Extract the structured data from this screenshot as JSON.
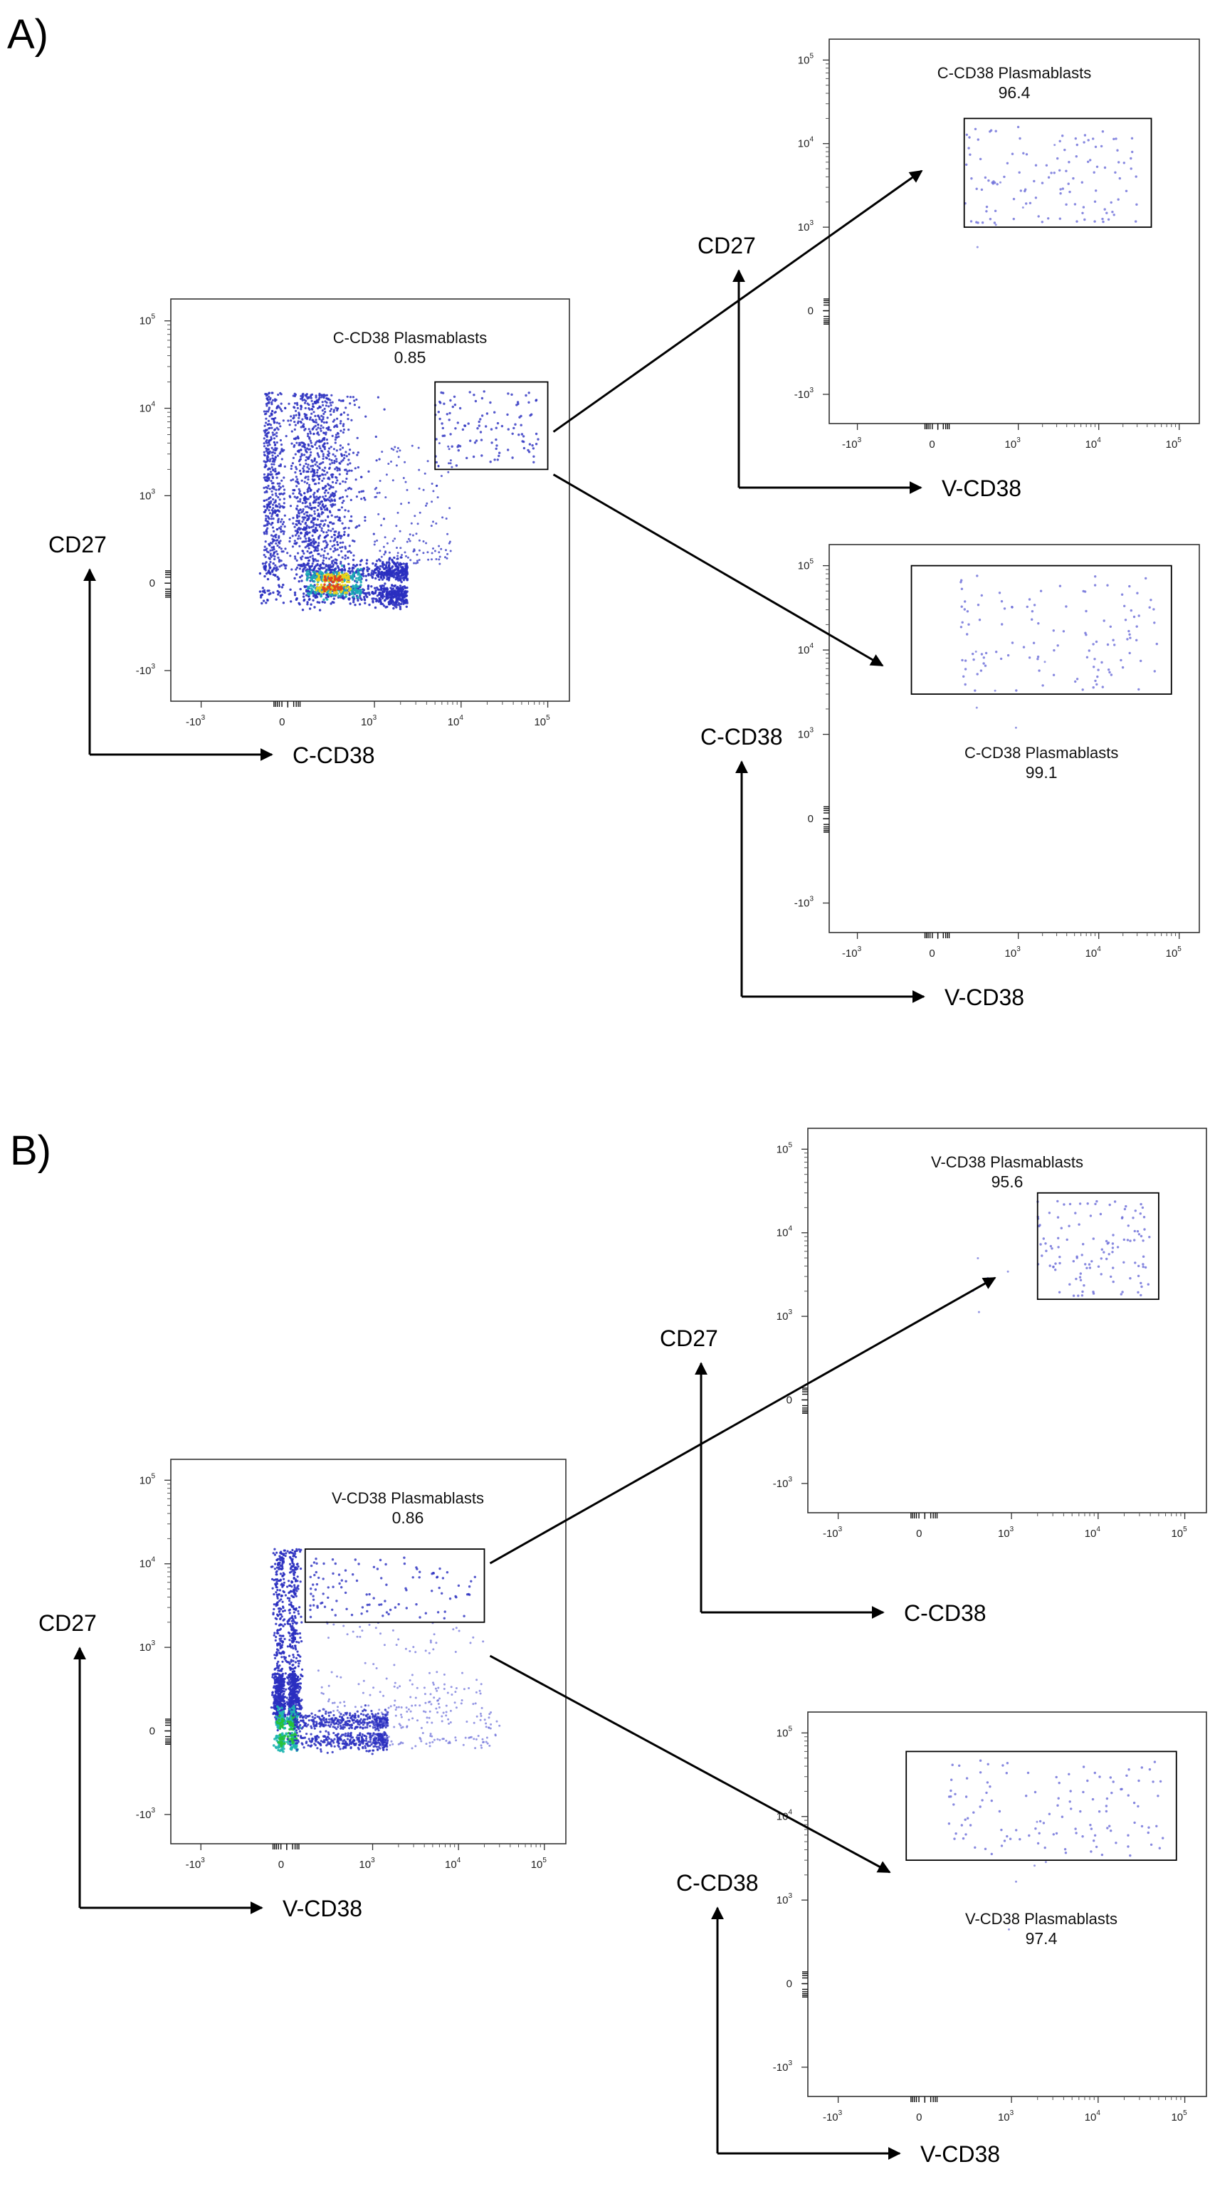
{
  "figure": {
    "panel_labels": [
      "A)",
      "B)"
    ],
    "axis_tick_labels": [
      "-10^3",
      "0",
      "10^3",
      "10^4",
      "10^5"
    ]
  },
  "chart_data": [
    {
      "panel": "A)",
      "role": "source",
      "type": "scatter",
      "x_axis_label": "C-CD38",
      "y_axis_label": "CD27",
      "x_scale": "biexponential",
      "y_scale": "biexponential",
      "x_ticks": [
        "-10^3",
        "0",
        "10^3",
        "10^4",
        "10^5"
      ],
      "y_ticks": [
        "-10^3",
        "0",
        "10^3",
        "10^4",
        "10^5"
      ],
      "gate": {
        "name": "C-CD38 Plasmablasts",
        "value": "0.85",
        "x_range": [
          5000,
          100000
        ],
        "y_range": [
          2000,
          20000
        ]
      },
      "populations": [
        {
          "description": "CD27- baseline band",
          "x_range": [
            -300,
            3000
          ],
          "y_approx": 0,
          "density": "very high"
        },
        {
          "description": "CD27+ CD38 low",
          "x_range": [
            -100,
            1000
          ],
          "y_range": [
            100,
            15000
          ],
          "density": "high"
        },
        {
          "description": "gated plasmablasts",
          "x_range": [
            5000,
            100000
          ],
          "y_range": [
            2000,
            20000
          ],
          "density": "low"
        }
      ]
    },
    {
      "panel": "A)",
      "role": "upper-right",
      "type": "scatter",
      "x_axis_label": "V-CD38",
      "y_axis_label": "CD27",
      "x_ticks": [
        "-10^3",
        "0",
        "10^3",
        "10^4",
        "10^5"
      ],
      "y_ticks": [
        "-10^3",
        "0",
        "10^3",
        "10^4",
        "10^5"
      ],
      "gate": {
        "name": "C-CD38 Plasmablasts",
        "value": "96.4",
        "x_range": [
          200,
          45000
        ],
        "y_range": [
          1000,
          20000
        ]
      }
    },
    {
      "panel": "A)",
      "role": "lower-right",
      "type": "scatter",
      "x_axis_label": "V-CD38",
      "y_axis_label": "C-CD38",
      "x_ticks": [
        "-10^3",
        "0",
        "10^3",
        "10^4",
        "10^5"
      ],
      "y_ticks": [
        "-10^3",
        "0",
        "10^3",
        "10^4",
        "10^5"
      ],
      "gate": {
        "name": "C-CD38 Plasmablasts",
        "value": "99.1",
        "x_range": [
          -200,
          80000
        ],
        "y_range": [
          3000,
          100000
        ]
      }
    },
    {
      "panel": "B)",
      "role": "source",
      "type": "scatter",
      "x_axis_label": "V-CD38",
      "y_axis_label": "CD27",
      "x_ticks": [
        "-10^3",
        "0",
        "10^3",
        "10^4",
        "10^5"
      ],
      "y_ticks": [
        "-10^3",
        "0",
        "10^3",
        "10^4",
        "10^5"
      ],
      "gate": {
        "name": "V-CD38 Plasmablasts",
        "value": "0.86",
        "x_range": [
          100,
          20000
        ],
        "y_range": [
          2000,
          15000
        ]
      },
      "populations": [
        {
          "description": "CD38 low vertical band",
          "x_approx": 0,
          "y_range": [
            0,
            15000
          ],
          "density": "very high"
        },
        {
          "description": "CD27 low horizontal band",
          "x_range": [
            0,
            2000
          ],
          "y_approx": 0,
          "density": "high"
        },
        {
          "description": "gated plasmablasts",
          "x_range": [
            100,
            20000
          ],
          "y_range": [
            2000,
            15000
          ],
          "density": "low"
        }
      ]
    },
    {
      "panel": "B)",
      "role": "upper-right",
      "type": "scatter",
      "x_axis_label": "C-CD38",
      "y_axis_label": "CD27",
      "x_ticks": [
        "-10^3",
        "0",
        "10^3",
        "10^4",
        "10^5"
      ],
      "y_ticks": [
        "-10^3",
        "0",
        "10^3",
        "10^4",
        "10^5"
      ],
      "gate": {
        "name": "V-CD38 Plasmablasts",
        "value": "95.6",
        "x_range": [
          2000,
          50000
        ],
        "y_range": [
          1600,
          30000
        ]
      }
    },
    {
      "panel": "B)",
      "role": "lower-right",
      "type": "scatter",
      "x_axis_label": "V-CD38",
      "y_axis_label": "C-CD38",
      "x_ticks": [
        "-10^3",
        "0",
        "10^3",
        "10^4",
        "10^5"
      ],
      "y_ticks": [
        "-10^3",
        "0",
        "10^3",
        "10^4",
        "10^5"
      ],
      "gate": {
        "name": "V-CD38 Plasmablasts",
        "value": "97.4",
        "x_range": [
          -100,
          80000
        ],
        "y_range": [
          3000,
          60000
        ]
      }
    }
  ]
}
